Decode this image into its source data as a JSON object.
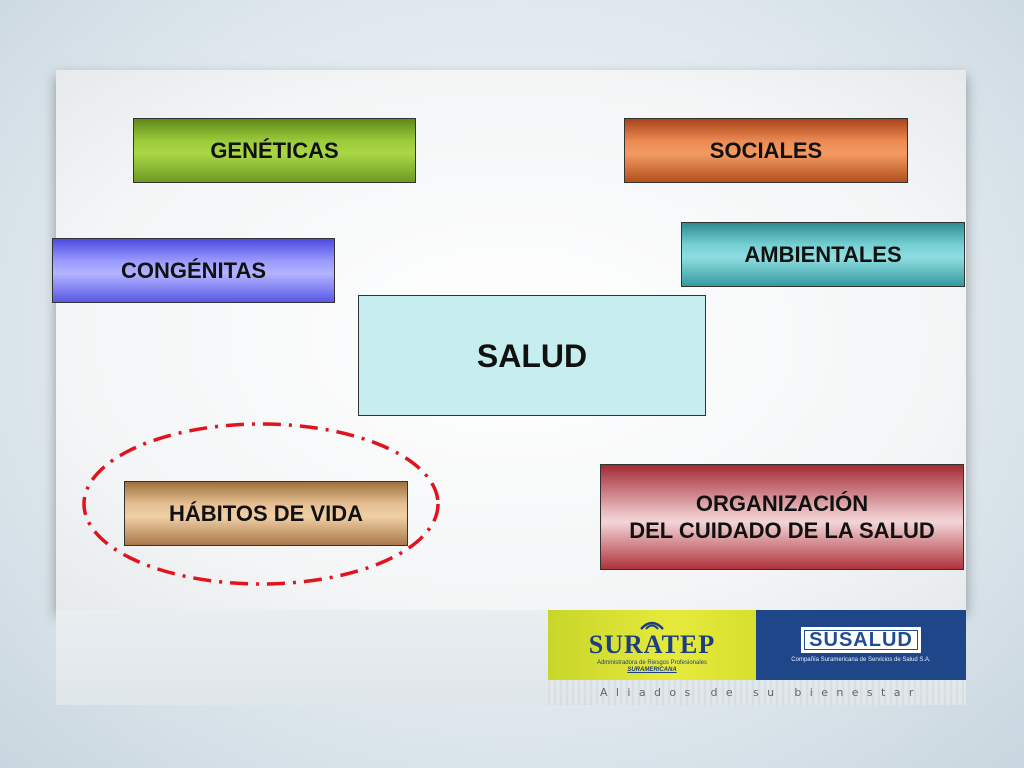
{
  "diagram": {
    "nodes": {
      "geneticas": "GENÉTICAS",
      "sociales": "SOCIALES",
      "congenitas": "CONGÉNITAS",
      "ambientales": "AMBIENTALES",
      "salud": "SALUD",
      "habitos": "HÁBITOS DE VIDA",
      "organizacion": "ORGANIZACIÓN\nDEL CUIDADO DE LA SALUD"
    },
    "highlight_color": "#e0141e"
  },
  "footer": {
    "suratep": {
      "name": "SURATEP",
      "sub": "Administradora de Riesgos Profesionales",
      "sub2": "SURAMERICANA"
    },
    "susalud": {
      "name": "SUSALUD",
      "sub": "Compañía Suramericana de Servicios de Salud S.A."
    },
    "tagline": "Aliados de su bienestar"
  }
}
